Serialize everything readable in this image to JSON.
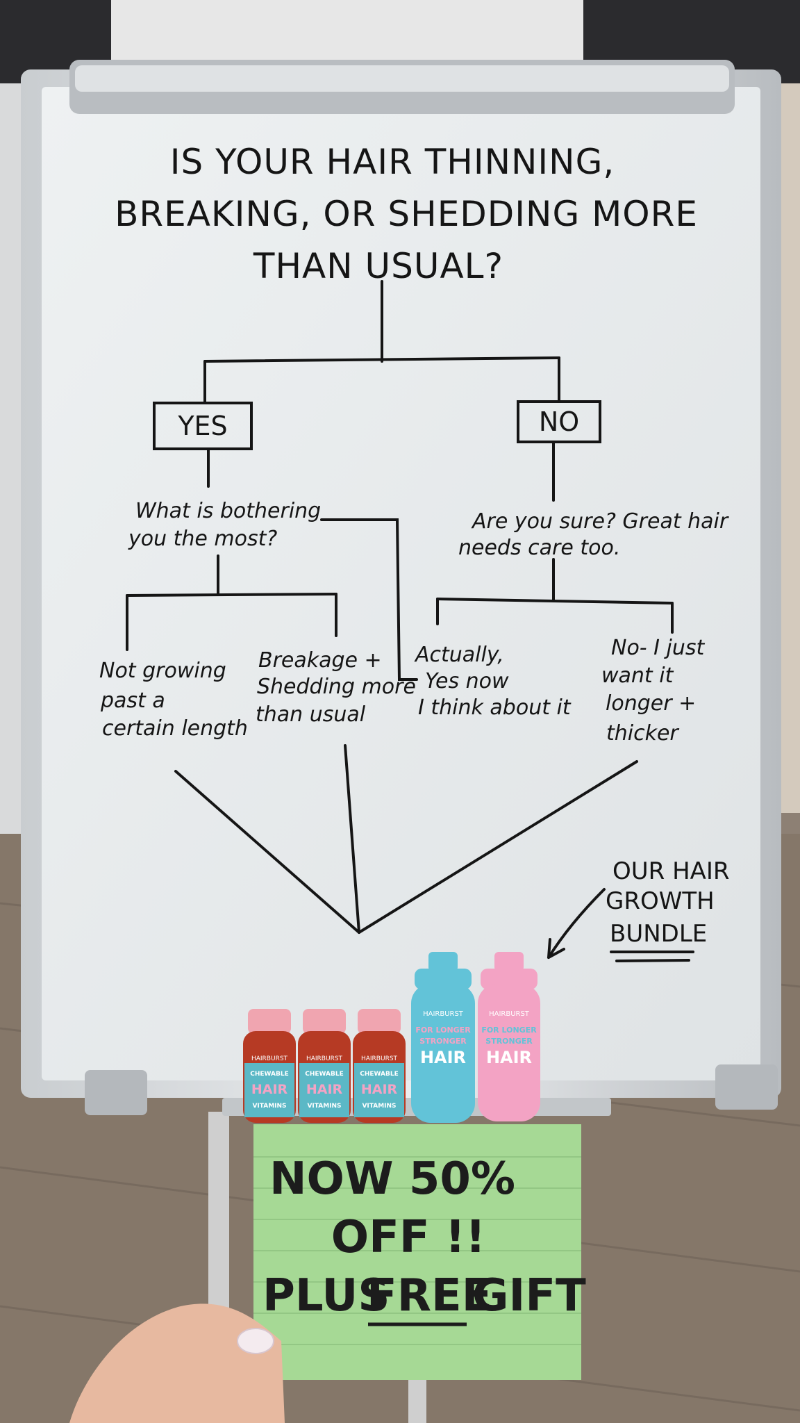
{
  "board": {
    "question": [
      "IS YOUR HAIR THINNING,",
      "BREAKING, OR SHEDDING MORE",
      "THAN USUAL?"
    ],
    "yes": "YES",
    "no": "NO",
    "yes_question": [
      "What is bothering",
      "you the most?"
    ],
    "no_question": [
      "Are you sure? Great hair",
      "needs care too."
    ],
    "option_1": [
      "Not growing",
      "past a",
      "certain length"
    ],
    "option_2": [
      "Breakage +",
      "Shedding more",
      "than usual"
    ],
    "option_3": [
      "Actually,",
      "Yes now",
      "I think about it"
    ],
    "option_4": [
      "No- I just",
      "want it",
      "longer +",
      "thicker"
    ],
    "bundle": [
      "OUR HAIR",
      "GROWTH",
      "BUNDLE"
    ]
  },
  "products": {
    "brand": "HAIRBURST",
    "vitamin_label": [
      "CHEWABLE",
      "HAIR",
      "VITAMINS"
    ],
    "bottle_label": [
      "FOR LONGER",
      "STRONGER",
      "HAIR"
    ],
    "colors": {
      "gummy": "#b63a24",
      "cap_pink": "#f0a5b0",
      "label_teal": "#5bb8c6",
      "shampoo": "#62c3d8",
      "conditioner": "#f3a3c4"
    }
  },
  "sign": {
    "lines": [
      "NOW 50%",
      "OFF !!",
      "PLUS",
      "FREE",
      "GIFT"
    ],
    "color": "#a6d995"
  }
}
